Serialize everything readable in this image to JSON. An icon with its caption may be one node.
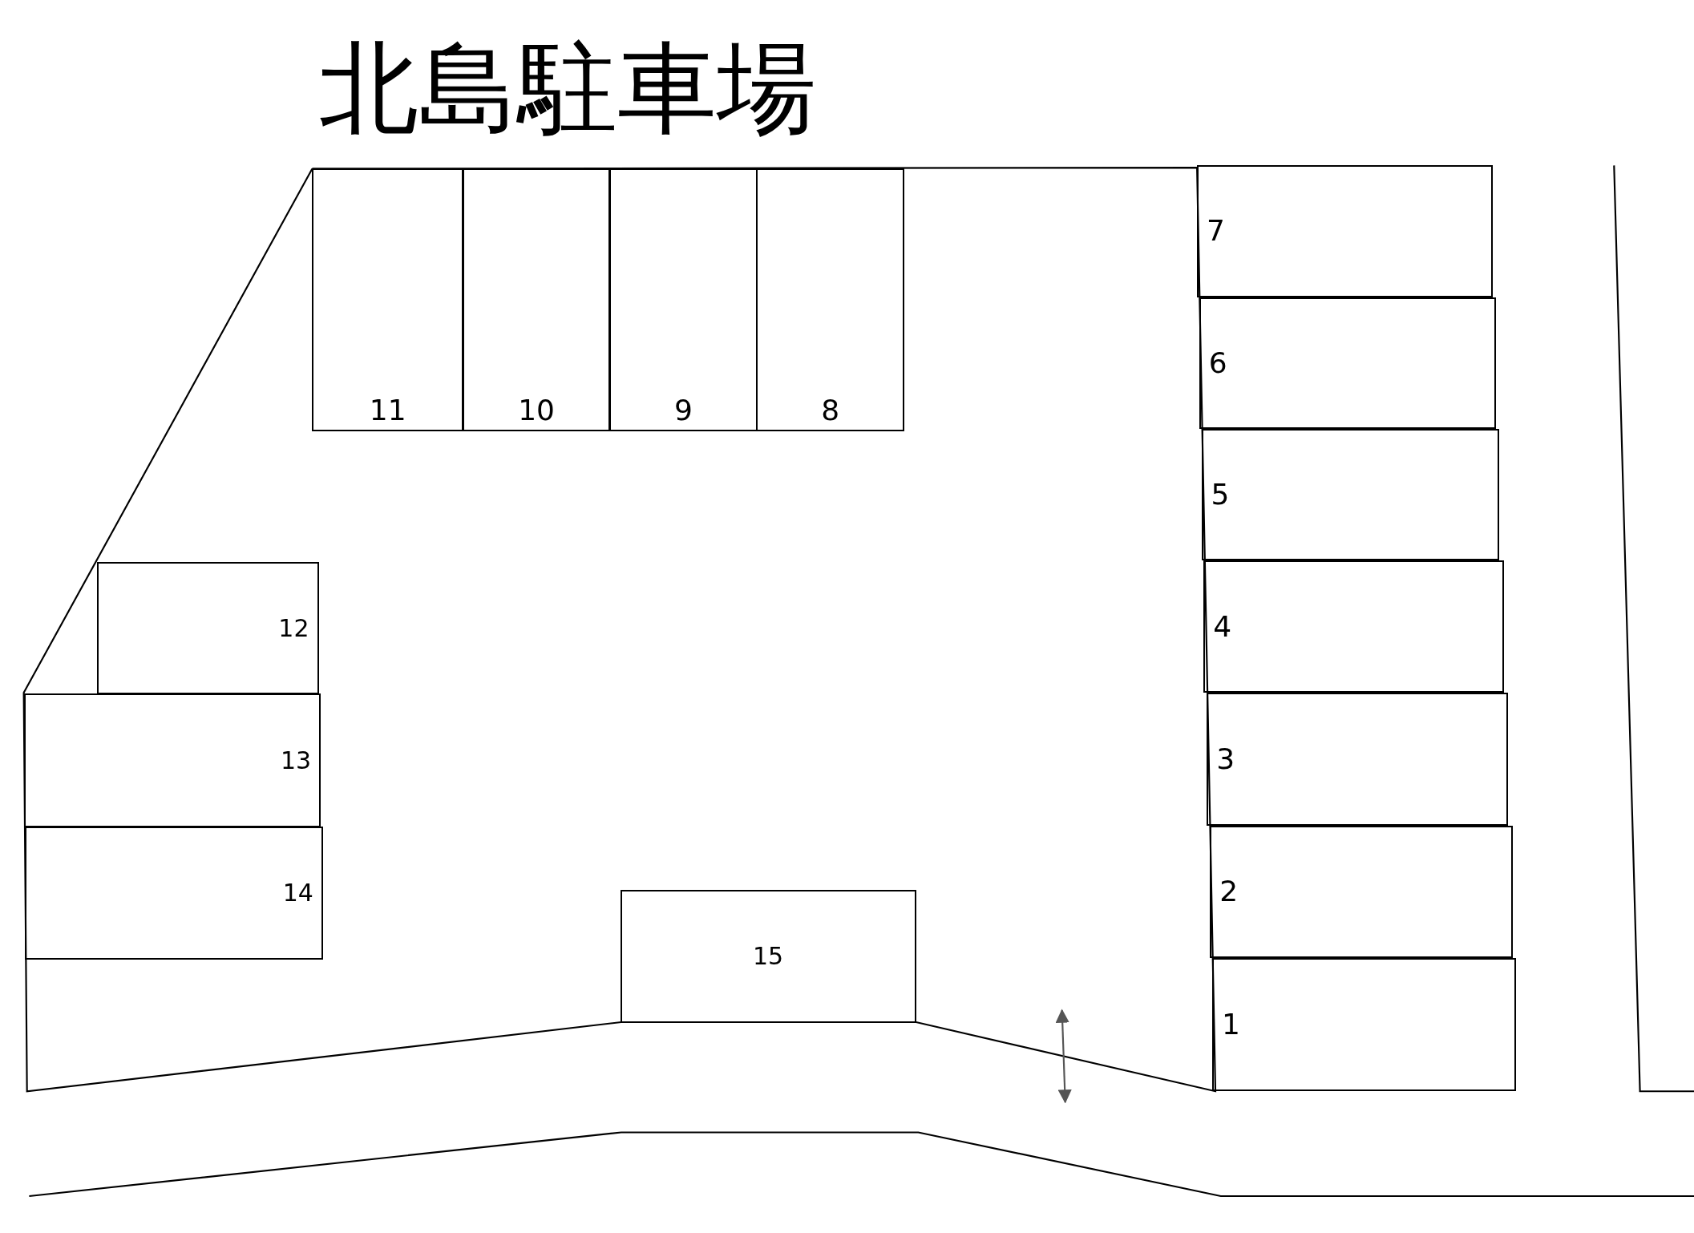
{
  "diagram": {
    "title": "北島駐車場",
    "nodes": [
      {
        "text": [
          "1"
        ]
      },
      {
        "text": [
          "2"
        ]
      },
      {
        "text": [
          "3"
        ]
      },
      {
        "text": [
          "4"
        ]
      },
      {
        "text": [
          "5"
        ]
      },
      {
        "text": [
          "6"
        ]
      },
      {
        "text": [
          "7"
        ]
      },
      {
        "text": [
          "8"
        ]
      },
      {
        "text": [
          "9"
        ]
      },
      {
        "text": [
          "10"
        ]
      },
      {
        "text": [
          "11"
        ]
      },
      {
        "text": [
          "12"
        ]
      },
      {
        "text": [
          "13"
        ]
      },
      {
        "text": [
          "14"
        ]
      },
      {
        "text": [
          "15"
        ]
      }
    ],
    "edges": []
  }
}
